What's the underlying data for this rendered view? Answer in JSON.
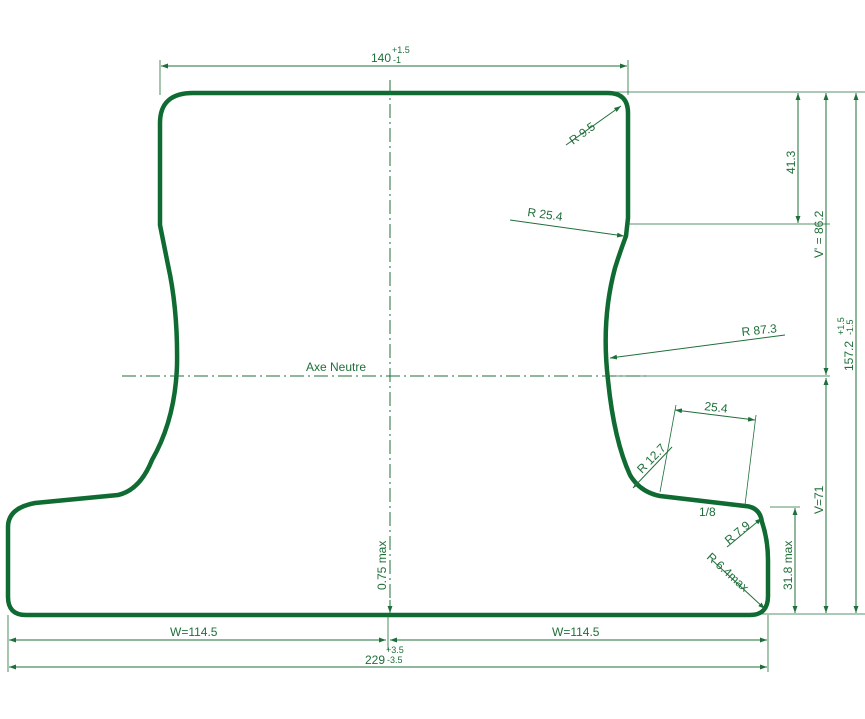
{
  "colors": {
    "line": "#1f6f3a",
    "outline": "#0f6b32",
    "background": "#ffffff"
  },
  "labels": {
    "top_width": "140",
    "top_width_tol_upper": "+1.5",
    "top_width_tol_lower": "-1",
    "r_9_5": "R 9.5",
    "dim_41_3": "41.3",
    "r_25_4": "R 25.4",
    "v_prime": "V' = 86.2",
    "total_height": "157.2",
    "total_height_tol_upper": "+1.5",
    "total_height_tol_lower": "-1.5",
    "r_87_3": "R 87.3",
    "axe_neutre": "Axe Neutre",
    "dim_25_4": "25.4",
    "r_12_7": "R 12.7",
    "v_71": "V=71",
    "slope_1_8": "1/8",
    "r_7_9": "R 7.9",
    "r_6_4max": "R 6.4max",
    "dim_31_8_max": "31.8 max",
    "dim_0_75_max": "0.75 max",
    "w_left": "W=114.5",
    "w_right": "W=114.5",
    "base_width": "229",
    "base_width_tol_upper": "+3.5",
    "base_width_tol_lower": "-3.5"
  }
}
